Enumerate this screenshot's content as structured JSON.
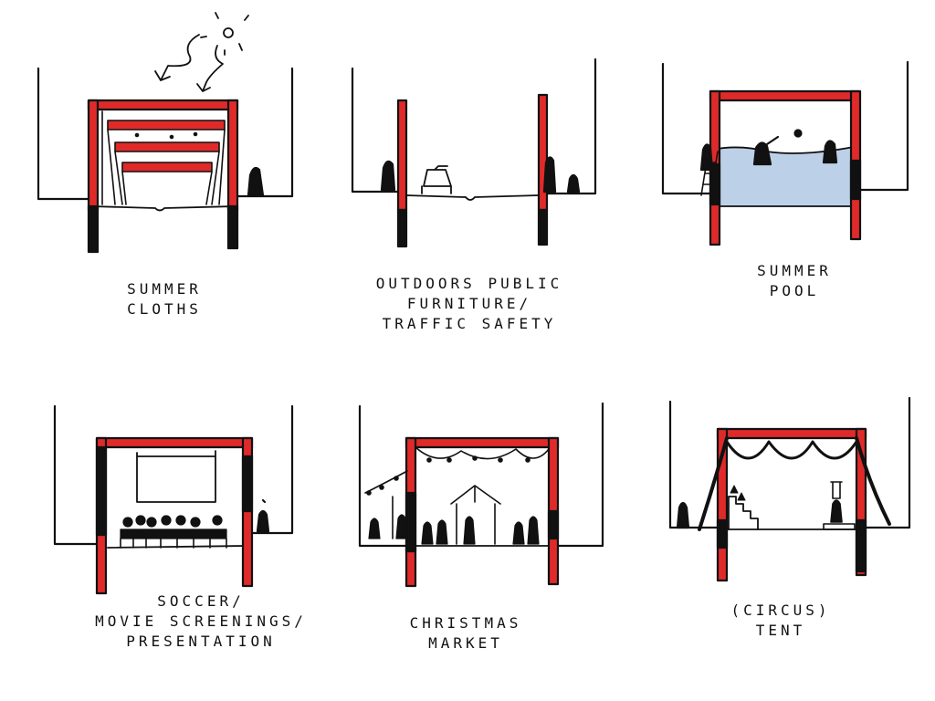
{
  "colors": {
    "frame_red": "#e02a2a",
    "ink": "#111111",
    "pool_water": "#bcd0e8",
    "paper": "#ffffff"
  },
  "panels": [
    {
      "id": "summer-cloths",
      "caption": [
        "SUMMER",
        "CLOTHS"
      ],
      "icons": [
        "sun-icon",
        "wind-arrow-icon",
        "canopy-icon",
        "person-icon"
      ]
    },
    {
      "id": "outdoor-furniture",
      "caption": [
        "OUTDOORS PUBLIC",
        "FURNITURE/",
        "TRAFFIC SAFETY"
      ],
      "icons": [
        "person-icon",
        "bench-icon"
      ]
    },
    {
      "id": "summer-pool",
      "caption": [
        "SUMMER",
        "POOL"
      ],
      "icons": [
        "water-icon",
        "ladder-icon",
        "ball-icon",
        "swimmer-icon"
      ]
    },
    {
      "id": "screening",
      "caption": [
        "SOCCER/",
        "MOVIE SCREENINGS/",
        "PRESENTATION"
      ],
      "icons": [
        "screen-icon",
        "audience-icon",
        "person-icon"
      ]
    },
    {
      "id": "christmas-market",
      "caption": [
        "CHRISTMAS",
        "MARKET"
      ],
      "icons": [
        "string-lights-icon",
        "market-stall-icon",
        "crowd-icon"
      ]
    },
    {
      "id": "circus-tent",
      "caption": [
        "(CIRCUS)",
        "TENT"
      ],
      "icons": [
        "drape-icon",
        "stairs-icon",
        "performer-icon",
        "person-icon"
      ]
    }
  ]
}
